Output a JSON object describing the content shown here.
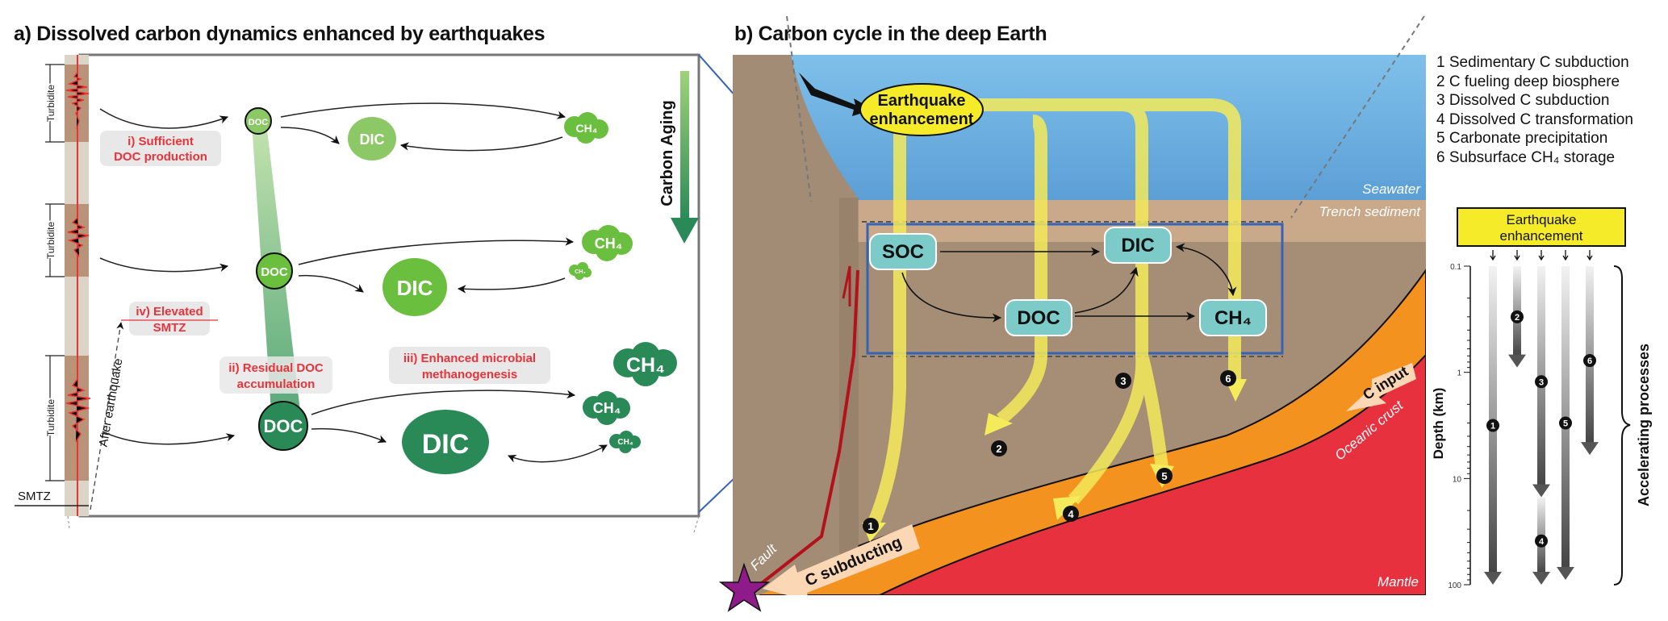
{
  "panel_a": {
    "title": "a) Dissolved carbon dynamics enhanced by earthquakes",
    "turbidite_label": "Turbidite",
    "smtz_label": "SMTZ",
    "after_earthquake": "After earthquake",
    "carbon_aging": "Carbon Aging",
    "annotations": {
      "i": [
        "i) Sufficient",
        "DOC production"
      ],
      "ii": [
        "ii) Residual DOC",
        "accumulation"
      ],
      "iii": [
        "iii) Enhanced microbial",
        "methanogenesis"
      ],
      "iv": [
        "iv) Elevated",
        "SMTZ"
      ]
    },
    "nodes": {
      "doc": "DOC",
      "dic": "DIC",
      "ch4": "CH₄"
    },
    "colors": {
      "light": "#8cc865",
      "mid": "#6abf3f",
      "dark": "#2a8a57",
      "red": "#e8333b"
    }
  },
  "panel_b": {
    "title": "b) Carbon cycle in the deep Earth",
    "earthquake_enhancement": [
      "Earthquake",
      "enhancement"
    ],
    "layers": {
      "seawater": "Seawater",
      "trench_sediment": "Trench sediment",
      "oceanic_crust": "Oceanic crust",
      "mantle": "Mantle"
    },
    "fault": "Fault",
    "c_subducting": "C subducting",
    "c_input": "C input",
    "boxes": {
      "soc": "SOC",
      "dic": "DIC",
      "doc": "DOC",
      "ch4": "CH₄"
    },
    "pathway_numbers": [
      "1",
      "2",
      "3",
      "4",
      "5",
      "6"
    ],
    "colors": {
      "seawater": "#6fb0de",
      "sediment": "#c8a888",
      "forearc": "#a58d76",
      "crust": "#f4921f",
      "mantle": "#e8313f",
      "flow": "#f4ea5a",
      "box": "#7ccbc8"
    }
  },
  "legend": {
    "items": [
      "1 Sedimentary C subduction",
      "2 C fueling deep biosphere",
      "3 Dissolved C subduction",
      "4 Dissolved C transformation",
      "5 Carbonate precipitation",
      "6 Subsurface CH₄ storage"
    ]
  },
  "panel_c": {
    "box_label": [
      "Earthquake",
      "enhancement"
    ],
    "ylabel": "Depth (km)",
    "yticks": [
      "0.1",
      "1",
      "10",
      "100"
    ],
    "bracket_label": "Accelerating processes",
    "processes": [
      {
        "id": "1",
        "from_km": 0.1,
        "to_km": 100
      },
      {
        "id": "2",
        "from_km": 0.1,
        "to_km": 0.9
      },
      {
        "id": "3",
        "from_km": 0.1,
        "to_km": 15
      },
      {
        "id": "4",
        "from_km": 15,
        "to_km": 100
      },
      {
        "id": "5",
        "from_km": 0.1,
        "to_km": 90
      },
      {
        "id": "6",
        "from_km": 0.1,
        "to_km": 6
      }
    ]
  }
}
